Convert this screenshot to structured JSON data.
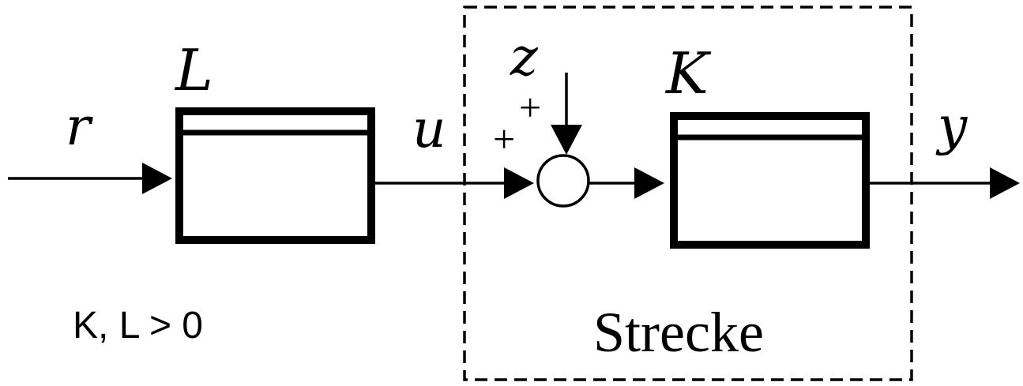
{
  "diagram": {
    "labels": {
      "r": "r",
      "L": "L",
      "u": "u",
      "z": "z",
      "K": "K",
      "y": "y",
      "plus_left": "+",
      "plus_top": "+",
      "plant": "Strecke",
      "condition": "K, L > 0"
    },
    "blocks": [
      {
        "name": "L"
      },
      {
        "name": "K"
      }
    ],
    "colors": {
      "stroke": "#000000",
      "text": "#000000"
    }
  }
}
